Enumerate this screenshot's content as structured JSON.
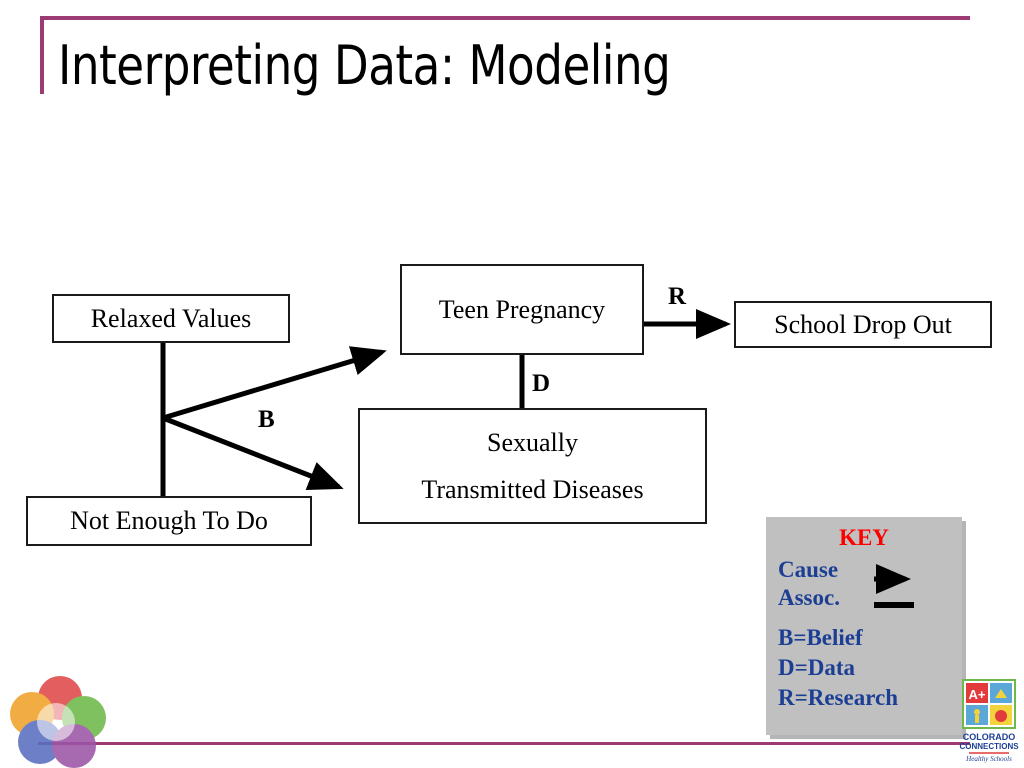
{
  "slide": {
    "title": "Interpreting Data: Modeling",
    "accent_color": "#9c3b73"
  },
  "diagram": {
    "type": "causal-model",
    "nodes": [
      {
        "id": "relaxed-values",
        "label": "Relaxed Values"
      },
      {
        "id": "not-enough",
        "label": "Not Enough To Do"
      },
      {
        "id": "teen-pregnancy",
        "label": "Teen Pregnancy"
      },
      {
        "id": "std-line1",
        "label": "Sexually"
      },
      {
        "id": "std-line2",
        "label": "Transmitted Diseases"
      },
      {
        "id": "school-drop-out",
        "label": "School Drop Out"
      }
    ],
    "edge_labels": {
      "belief": "B",
      "data": "D",
      "research": "R"
    }
  },
  "key": {
    "title": "KEY",
    "title_color": "#ff0000",
    "text_color": "#1c3f94",
    "background": "#c0c0c0",
    "cause_label": "Cause",
    "assoc_label": "Assoc.",
    "belief_label": "B=Belief",
    "data_label": "D=Data",
    "research_label": "R=Research"
  },
  "logos": {
    "colorado_connections_line1": "COLORADO",
    "colorado_connections_line2": "CONNECTIONS",
    "colorado_connections_tagline": "Healthy Schools",
    "grade_badge": "A+"
  }
}
